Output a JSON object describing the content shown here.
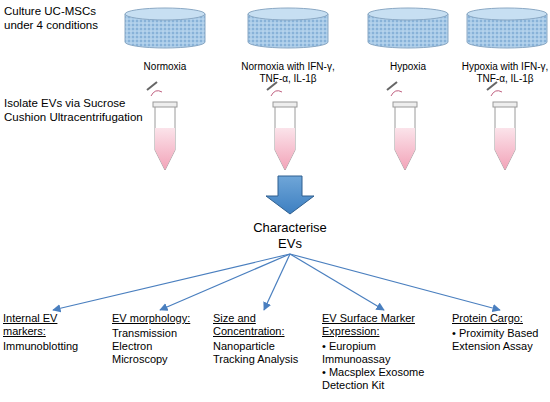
{
  "diagram": {
    "nodes": [
      {
        "text": [
          "Normoxia"
        ]
      },
      {
        "text": [
          "Normoxia with IFN-γ, TNF-α, IL-1β"
        ]
      },
      {
        "text": [
          "Hypoxia"
        ]
      },
      {
        "text": [
          "Hypoxia with IFN-γ, TNF-α, IL-1β"
        ]
      },
      {
        "text": [
          "Characterise EVs"
        ]
      },
      {
        "text": [
          "Internal EV markers:",
          "Immunoblotting"
        ]
      },
      {
        "text": [
          "EV morphology:",
          "Transmission Electron Microscopy"
        ]
      },
      {
        "text": [
          "Size and Concentration:",
          "Nanoparticle Tracking Analysis"
        ]
      },
      {
        "text": [
          "EV Surface Marker Expression:",
          "• Europium Immunoassay",
          "• Macsplex Exosome Detection Kit"
        ]
      },
      {
        "text": [
          "Protein Cargo:",
          "• Proximity Based Extension Assay"
        ]
      }
    ],
    "edges": [
      {
        "from": 4,
        "to": 5,
        "arrow": "to"
      },
      {
        "from": 4,
        "to": 6,
        "arrow": "to"
      },
      {
        "from": 4,
        "to": 7,
        "arrow": "to"
      },
      {
        "from": 4,
        "to": 8,
        "arrow": "to"
      },
      {
        "from": 4,
        "to": 9,
        "arrow": "to"
      }
    ],
    "labels": [
      "Culture UC-MSCs under 4 conditions",
      "Isolate EVs via Sucrose Cushion Ultracentrifugation"
    ]
  }
}
